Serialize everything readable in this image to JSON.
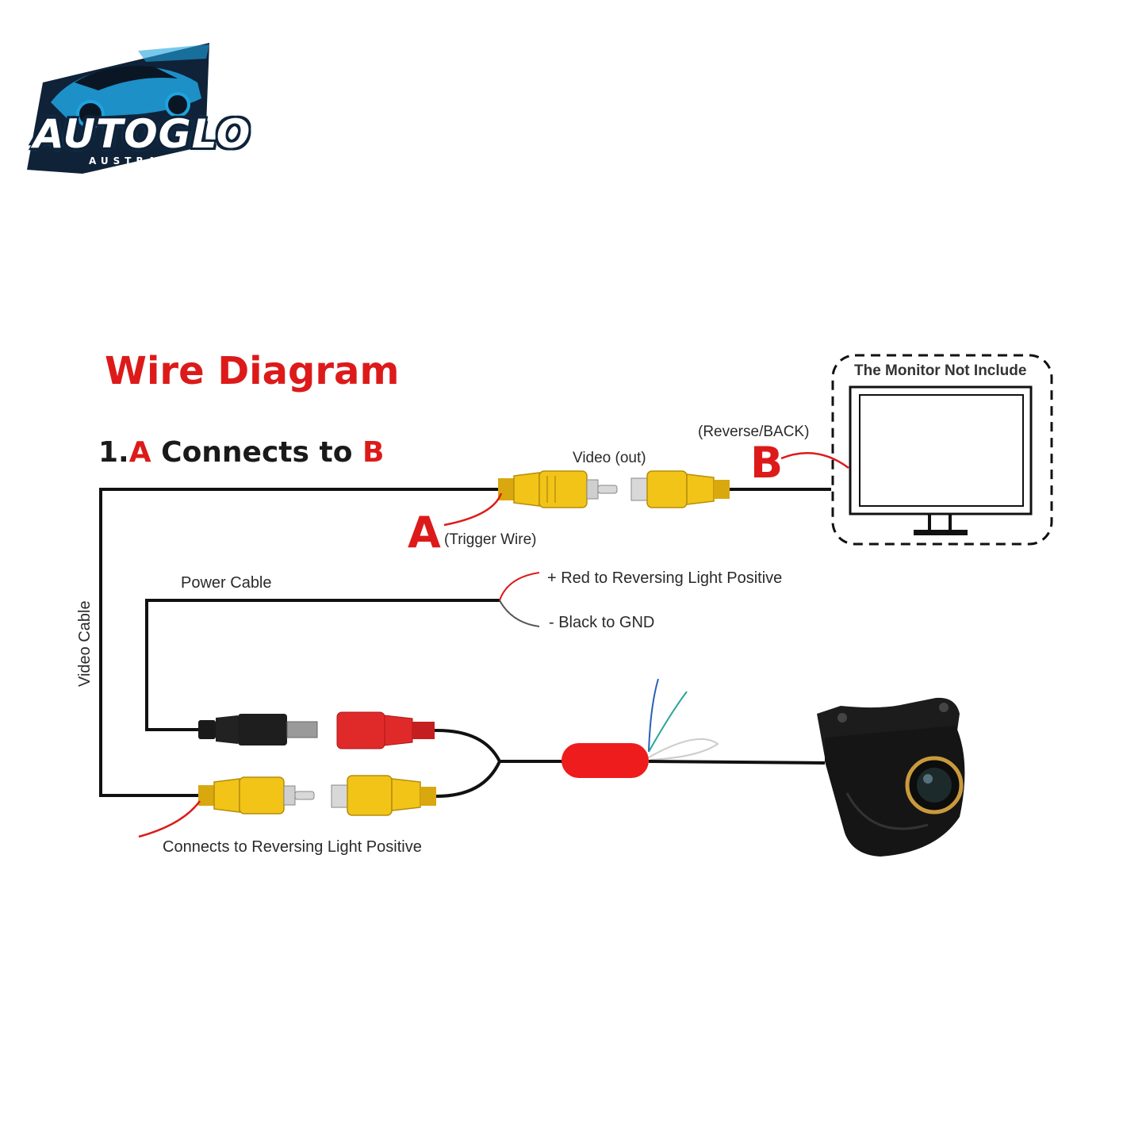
{
  "logo": {
    "brand": "AUTOGLO",
    "sub": "AUSTRALIA"
  },
  "title": "Wire Diagram",
  "subtitle": {
    "prefix": "1.",
    "a": "A",
    "mid": " Connects to ",
    "b": "B"
  },
  "monitor": {
    "label": "The Monitor Not Include"
  },
  "labels": {
    "reverse_back": "(Reverse/BACK)",
    "video_out": "Video (out)",
    "marker_a": "A",
    "trigger_wire": "(Trigger Wire)",
    "marker_b": "B",
    "power_cable": "Power Cable",
    "red_positive": "+ Red to Reversing Light Positive",
    "black_gnd": "- Black to GND",
    "video_cable": "Video Cable",
    "connects_reversing": "Connects to Reversing Light Positive"
  },
  "colors": {
    "accent_red": "#dd1a1a",
    "rca_yellow": "#f2c418",
    "wire": "#111111",
    "logo_blue": "#1fa3e0"
  }
}
